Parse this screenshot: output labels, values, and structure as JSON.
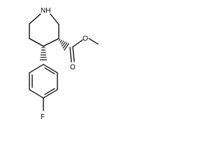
{
  "molecule": {
    "atoms": {
      "amine_nitrogen": "NH",
      "ester_carbonyl_oxygen": "O",
      "ester_ether_oxygen": "O",
      "fluorine": "F"
    }
  }
}
